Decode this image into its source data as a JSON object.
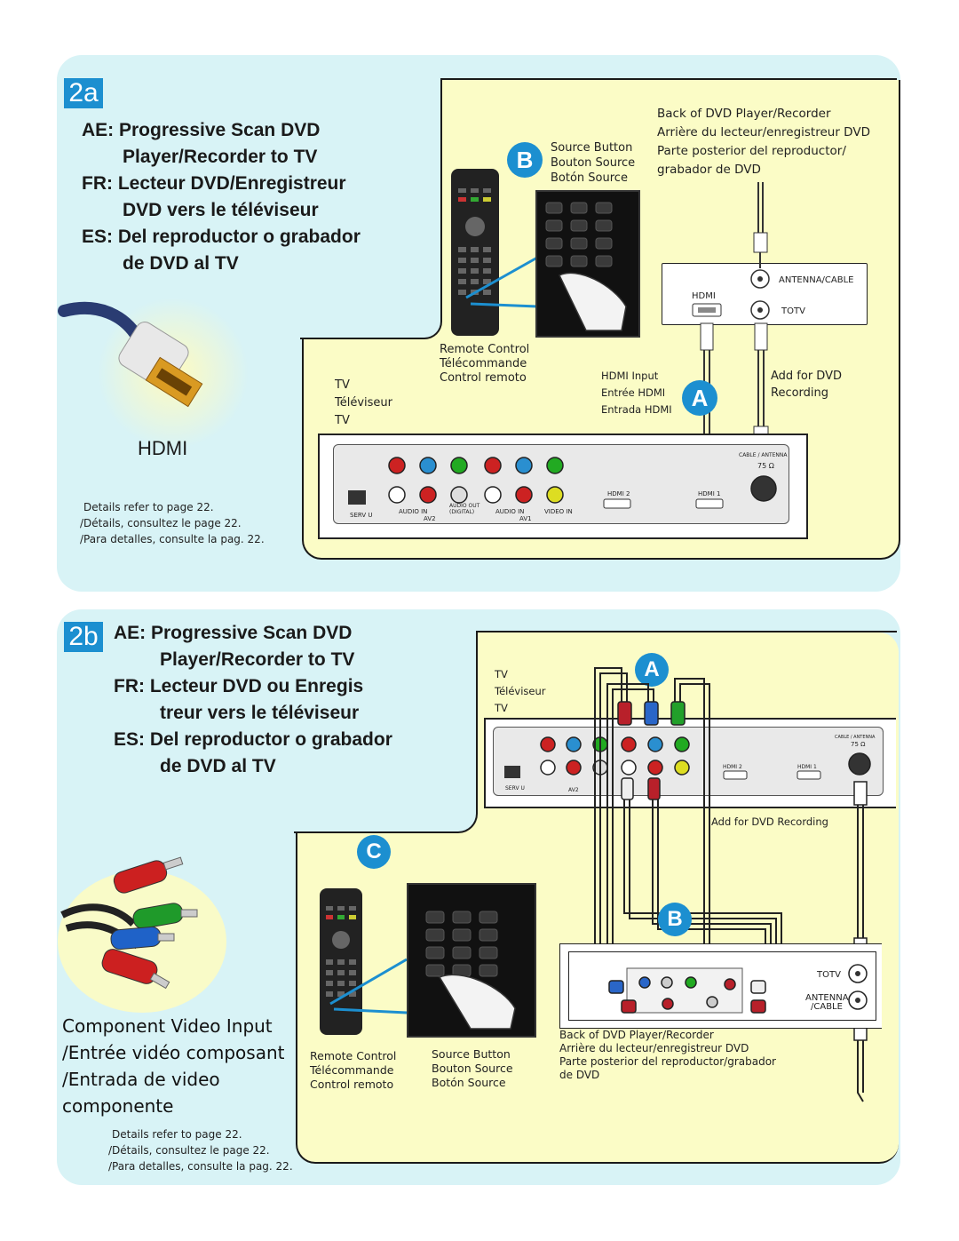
{
  "section_a": {
    "badge": "2a",
    "title_lines": [
      "AE: Progressive Scan DVD",
      "Player/Recorder to TV",
      "FR: Lecteur DVD/Enregistreur",
      "DVD vers le téléviseur",
      "ES: Del reproductor o grabador",
      "de DVD al TV"
    ],
    "cable_name": "HDMI",
    "details": [
      "Details refer to page 22.",
      "/Détails, consultez le page 22.",
      "/Para detalles, consulte la pag. 22."
    ],
    "source_button": [
      "Source Button",
      "Bouton Source",
      "Botón Source"
    ],
    "back_of_dvd": [
      "Back of DVD Player/Recorder",
      "Arrière du lecteur/enregistreur DVD",
      "Parte posterior del reproductor/",
      "grabador de DVD"
    ],
    "remote_control": [
      "Remote Control",
      "Télécommande",
      "Control remoto"
    ],
    "tv_label": [
      "TV",
      "Téléviseur",
      "TV"
    ],
    "hdmi_input": [
      "HDMI Input",
      "Entrée HDMI",
      "Entrada HDMI"
    ],
    "add_for_dvd": [
      "Add for DVD",
      "Recording"
    ],
    "box_labels": {
      "hdmi": "HDMI",
      "antenna_cable": "ANTENNA/CABLE",
      "totv": "TOTV"
    },
    "circle_a": "A",
    "circle_b": "B"
  },
  "section_b": {
    "badge": "2b",
    "title_lines": [
      "AE: Progressive Scan DVD",
      "Player/Recorder to TV",
      "FR: Lecteur DVD ou Enregis",
      "treur vers le téléviseur",
      "ES: Del reproductor o grabador",
      "de DVD al TV"
    ],
    "cable_name_lines": [
      "Component Video Input",
      "/Entrée vidéo composant",
      "/Entrada de video",
      "componente"
    ],
    "details": [
      "Details refer to page 22.",
      "/Détails, consultez le page 22.",
      "/Para detalles, consulte la pag. 22."
    ],
    "tv_label": [
      "TV",
      "Téléviseur",
      "TV"
    ],
    "add_for_dvd": "Add for DVD Recording",
    "remote_control": [
      "Remote Control",
      "Télécommande",
      "Control remoto"
    ],
    "source_button": [
      "Source Button",
      "Bouton Source",
      "Botón Source"
    ],
    "back_of_dvd": [
      "Back of DVD Player/Recorder",
      "Arrière du lecteur/enregistreur DVD",
      "Parte posterior del reproductor/grabador",
      "de DVD"
    ],
    "box_labels": {
      "totv": "TOTV",
      "antenna": "ANTENNA",
      "cable": "/CABLE"
    },
    "circle_a": "A",
    "circle_b": "B",
    "circle_c": "C"
  },
  "tv_panel_labels": {
    "serv_u": "SERV U",
    "audio_in": "AUDIO IN",
    "audio_out": "AUDIO OUT",
    "digital": "(DIGITAL)",
    "video_in": "VIDEO IN",
    "av2": "AV2",
    "av1": "AV1",
    "hdmi2": "HDMI 2",
    "hdmi1": "HDMI 1",
    "cable_antenna": "CABLE / ANTENNA",
    "ohm": "75 Ω"
  },
  "colors": {
    "panel": "#d8f3f6",
    "yellow": "#fbfcc6",
    "accent": "#1c8fd0"
  }
}
